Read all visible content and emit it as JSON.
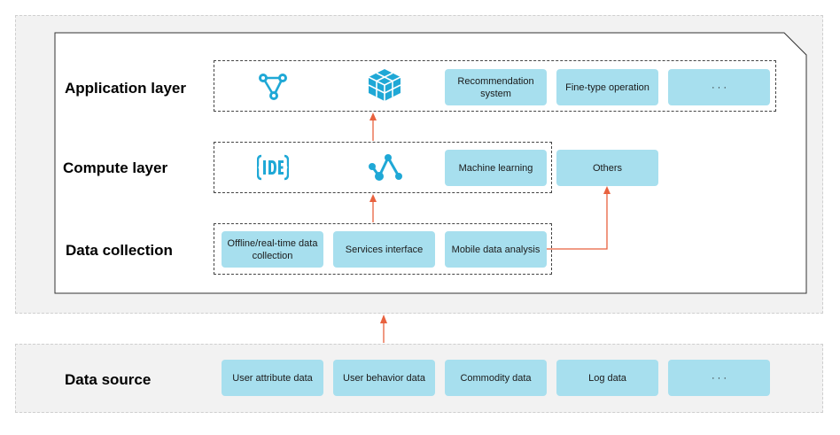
{
  "layers": {
    "application": {
      "label": "Application layer",
      "icons": [
        "graph-node-icon",
        "cube-cluster-icon"
      ],
      "nodes": [
        "Recommendation system",
        "Fine-type operation",
        "· · ·"
      ]
    },
    "compute": {
      "label": "Compute layer",
      "icons": [
        "ide-icon",
        "line-chart-icon"
      ],
      "nodes": [
        "Machine learning"
      ],
      "side_node": "Others"
    },
    "collection": {
      "label": "Data collection",
      "nodes": [
        "Offline/real-time data collection",
        "Services interface",
        "Mobile data analysis"
      ]
    },
    "source": {
      "label": "Data source",
      "nodes": [
        "User attribute data",
        "User behavior data",
        "Commodity data",
        "Log data",
        "· · ·"
      ]
    }
  },
  "colors": {
    "node_fill": "#a7dfee",
    "icon_color": "#1fa8d6",
    "arrow_color": "#e8623f",
    "panel_fill": "#f2f2f2"
  }
}
